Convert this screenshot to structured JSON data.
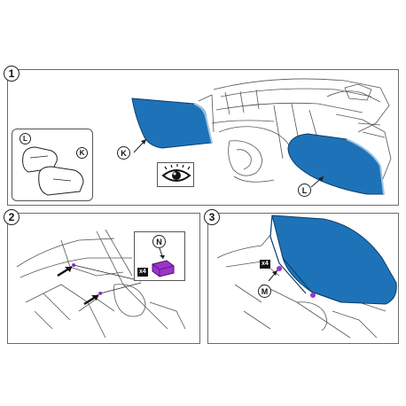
{
  "steps": [
    {
      "number": "1"
    },
    {
      "number": "2"
    },
    {
      "number": "3"
    }
  ],
  "callouts": {
    "k_main": "K",
    "l_main": "L",
    "l_inset": "L",
    "k_inset": "K",
    "n": "N",
    "m": "M"
  },
  "quantities": {
    "step2": "x4",
    "step3": "x4"
  },
  "icons": {
    "inspect": "eye-icon"
  },
  "colors": {
    "part_fill": "#1e73b8",
    "part_highlight": "#3d8fd0",
    "fastener": "#9b35c9",
    "line": "#333333",
    "panel_border": "#6b6b6b"
  }
}
